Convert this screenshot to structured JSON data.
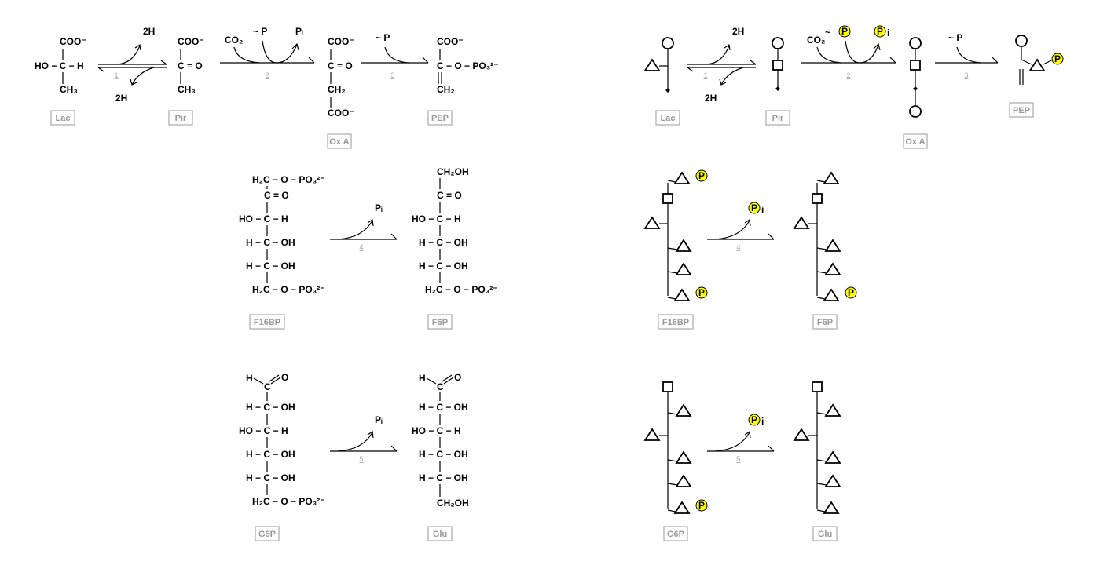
{
  "molecules": {
    "lac": {
      "label": "Lac",
      "coo": "COO⁻",
      "mid": "HO − C − H",
      "bottom": "CH₃"
    },
    "pir": {
      "label": "Pir",
      "coo": "COO⁻",
      "mid": "C = O",
      "bottom": "CH₃"
    },
    "oxa": {
      "label": "Ox A",
      "coo": "COO⁻",
      "mid": "C = O",
      "ch2": "CH₂",
      "coo2": "COO⁻"
    },
    "pep": {
      "label": "PEP",
      "coo": "COO⁻",
      "mid": "C − O − PO₃²⁻",
      "bottom": "CH₂"
    },
    "f16bp": {
      "label": "F16BP",
      "rows": [
        "H₂C − O − PO₃²⁻",
        "C = O",
        "HO − C − H",
        "H − C − OH",
        "H − C − OH",
        "H₂C − O − PO₃²⁻"
      ]
    },
    "f6p": {
      "label": "F6P",
      "rows": [
        "CH₂OH",
        "C = O",
        "HO − C − H",
        "H − C − OH",
        "H − C − OH",
        "H₂C − O − PO₃²⁻"
      ]
    },
    "g6p": {
      "label": "G6P",
      "aldehyde": {
        "h": "H",
        "c": "C",
        "o": "O"
      },
      "rows": [
        "H − C − OH",
        "HO − C − H",
        "H − C − OH",
        "H − C − OH",
        "H₂C − O − PO₃²⁻"
      ]
    },
    "glu": {
      "label": "Glu",
      "aldehyde": {
        "h": "H",
        "c": "C",
        "o": "O"
      },
      "rows": [
        "H − C − OH",
        "HO − C − H",
        "H − C − OH",
        "H − C − OH",
        "CH₂OH"
      ]
    }
  },
  "reactions": {
    "r1": {
      "number": "1",
      "top": "2H",
      "bottom": "2H"
    },
    "r2": {
      "number": "2",
      "co2": "CO₂",
      "atp": "~ P",
      "pi": "Pᵢ"
    },
    "r3": {
      "number": "3",
      "atp": "~ P"
    },
    "r4": {
      "number": "4",
      "pi": "Pᵢ"
    },
    "r5": {
      "number": "5",
      "pi": "Pᵢ"
    }
  },
  "symbolic": {
    "labels": {
      "lac": "Lac",
      "pir": "Pir",
      "oxa": "Ox A",
      "pep": "PEP",
      "f16bp": "F16BP",
      "f6p": "F6P",
      "g6p": "G6P",
      "glu": "Glu"
    },
    "r1": {
      "number": "1",
      "top": "2H",
      "bottom": "2H"
    },
    "r2": {
      "number": "2",
      "co2": "CO₂",
      "tilde": "~",
      "pi_sub": "i"
    },
    "r3": {
      "number": "3",
      "atp": "~ P"
    },
    "r4": {
      "number": "4",
      "pi_sub": "i"
    },
    "r5": {
      "number": "5",
      "pi_sub": "i"
    },
    "phosphate_badge": "P",
    "badge_color": "#ffff00"
  }
}
